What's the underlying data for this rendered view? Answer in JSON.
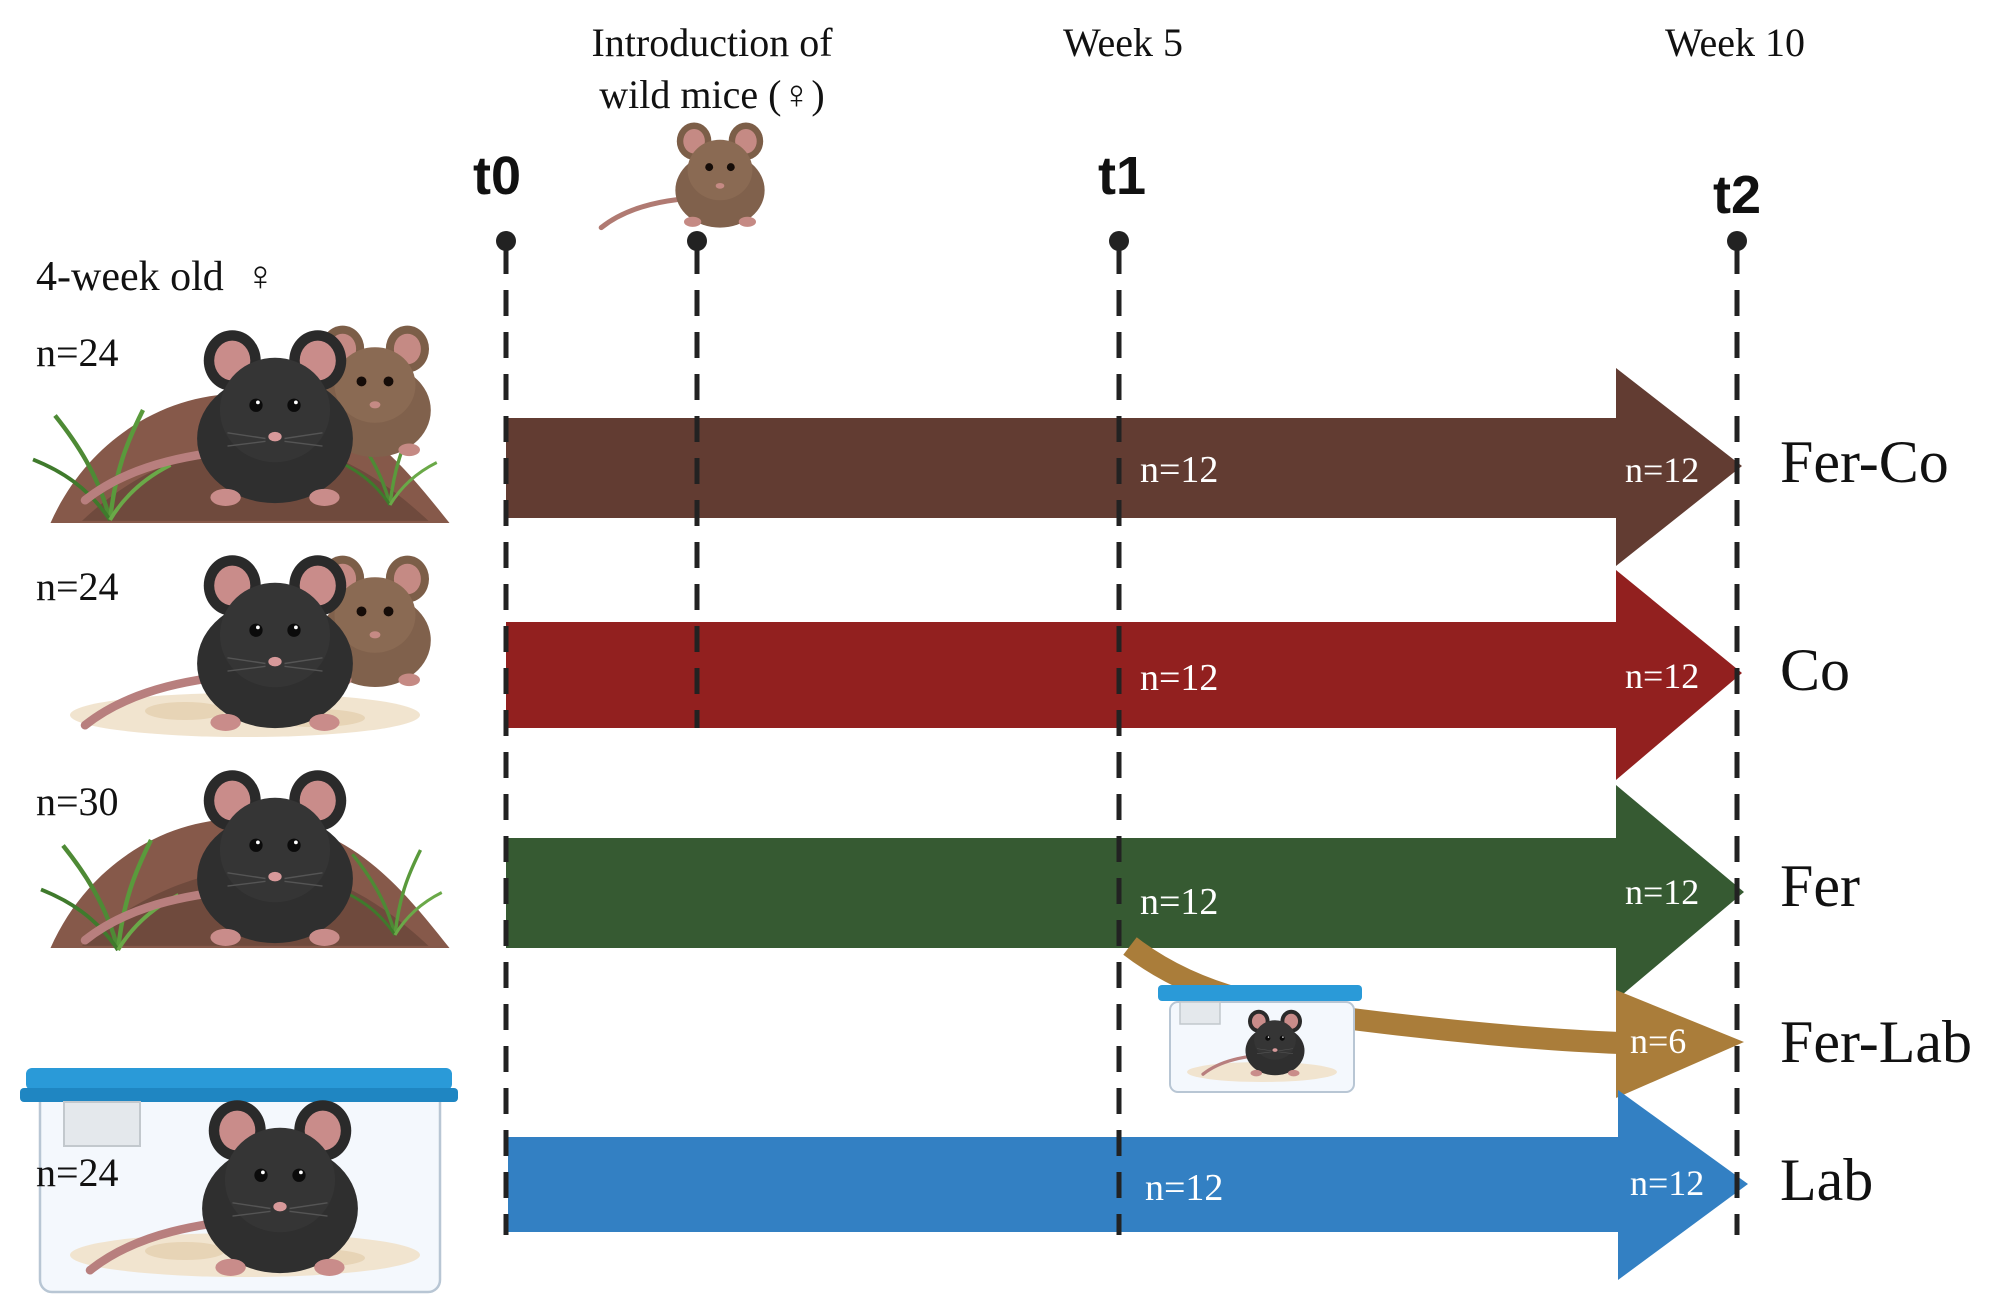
{
  "timeline": {
    "intro_label_line1": "Introduction of",
    "intro_label_line2": "wild mice (♀)",
    "week5_label": "Week 5",
    "week10_label": "Week 10",
    "t0": "t0",
    "t1": "t1",
    "t2": "t2"
  },
  "start_label": "4-week old  ♀",
  "groups": [
    {
      "name": "Fer-Co",
      "start_n": "n=24",
      "mid_n": "n=12",
      "end_n": "n=12",
      "color": "#623c32"
    },
    {
      "name": "Co",
      "start_n": "n=24",
      "mid_n": "n=12",
      "end_n": "n=12",
      "color": "#92201f"
    },
    {
      "name": "Fer",
      "start_n": "n=30",
      "mid_n": "n=12",
      "end_n": "n=12",
      "color": "#365a32"
    },
    {
      "name": "Fer-Lab",
      "start_n": "",
      "mid_n": "",
      "end_n": "n=6",
      "color": "#aa7d3a"
    },
    {
      "name": "Lab",
      "start_n": "n=24",
      "mid_n": "n=12",
      "end_n": "n=12",
      "color": "#3380c3"
    }
  ],
  "icons": [
    "black-mouse-icon",
    "brown-wild-mouse-icon",
    "dirt-mound-icon",
    "grass-icon",
    "bedding-icon",
    "cage-icon"
  ]
}
